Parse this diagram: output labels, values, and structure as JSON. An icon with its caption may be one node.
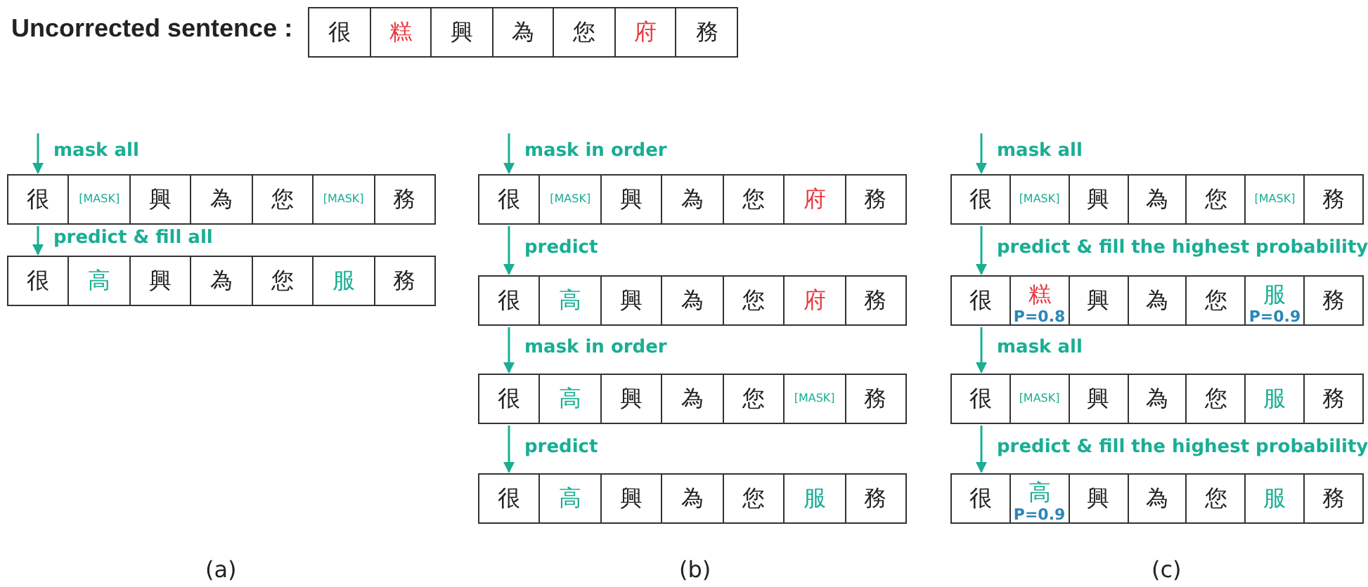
{
  "diagram": {
    "nodes": [
      {
        "text": [],
        "shape": "box",
        "beside": [
          "Uncorrected sentence :"
        ]
      },
      {
        "text": [
          "很"
        ],
        "in": 0
      },
      {
        "text": [
          "糕"
        ],
        "in": 0
      },
      {
        "text": [
          "興"
        ],
        "in": 0
      },
      {
        "text": [
          "為"
        ],
        "in": 0
      },
      {
        "text": [
          "您"
        ],
        "in": 0
      },
      {
        "text": [
          "府"
        ],
        "in": 0
      },
      {
        "text": [
          "務"
        ],
        "in": 0
      },
      {
        "text": [],
        "shape": "box"
      },
      {
        "text": [
          "很"
        ],
        "in": 8
      },
      {
        "text": [
          "[MASK]"
        ],
        "in": 8
      },
      {
        "text": [
          "興"
        ],
        "in": 8
      },
      {
        "text": [
          "為"
        ],
        "in": 8
      },
      {
        "text": [
          "您"
        ],
        "in": 8
      },
      {
        "text": [
          "[MASK]"
        ],
        "in": 8
      },
      {
        "text": [
          "務"
        ],
        "in": 8
      },
      {
        "text": [],
        "shape": "box"
      },
      {
        "text": [
          "很"
        ],
        "in": 16
      },
      {
        "text": [
          "高"
        ],
        "in": 16
      },
      {
        "text": [
          "興"
        ],
        "in": 16
      },
      {
        "text": [
          "為"
        ],
        "in": 16
      },
      {
        "text": [
          "您"
        ],
        "in": 16
      },
      {
        "text": [
          "服"
        ],
        "in": 16
      },
      {
        "text": [
          "務"
        ],
        "in": 16
      },
      {
        "text": [],
        "shape": "box"
      },
      {
        "text": [
          "很"
        ],
        "in": 24
      },
      {
        "text": [
          "[MASK]"
        ],
        "in": 24
      },
      {
        "text": [
          "興"
        ],
        "in": 24
      },
      {
        "text": [
          "為"
        ],
        "in": 24
      },
      {
        "text": [
          "您"
        ],
        "in": 24
      },
      {
        "text": [
          "府"
        ],
        "in": 24
      },
      {
        "text": [
          "務"
        ],
        "in": 24
      },
      {
        "text": [],
        "shape": "box"
      },
      {
        "text": [
          "很"
        ],
        "in": 32
      },
      {
        "text": [
          "高"
        ],
        "in": 32
      },
      {
        "text": [
          "興"
        ],
        "in": 32
      },
      {
        "text": [
          "為"
        ],
        "in": 32
      },
      {
        "text": [
          "您"
        ],
        "in": 32
      },
      {
        "text": [
          "府"
        ],
        "in": 32
      },
      {
        "text": [
          "務"
        ],
        "in": 32
      },
      {
        "text": [],
        "shape": "box"
      },
      {
        "text": [
          "很"
        ],
        "in": 40
      },
      {
        "text": [
          "高"
        ],
        "in": 40
      },
      {
        "text": [
          "興"
        ],
        "in": 40
      },
      {
        "text": [
          "為"
        ],
        "in": 40
      },
      {
        "text": [
          "您"
        ],
        "in": 40
      },
      {
        "text": [
          "[MASK]"
        ],
        "in": 40
      },
      {
        "text": [
          "務"
        ],
        "in": 40
      },
      {
        "text": [],
        "shape": "box"
      },
      {
        "text": [
          "很"
        ],
        "in": 48
      },
      {
        "text": [
          "高"
        ],
        "in": 48
      },
      {
        "text": [
          "興"
        ],
        "in": 48
      },
      {
        "text": [
          "為"
        ],
        "in": 48
      },
      {
        "text": [
          "您"
        ],
        "in": 48
      },
      {
        "text": [
          "服"
        ],
        "in": 48
      },
      {
        "text": [
          "務"
        ],
        "in": 48
      },
      {
        "text": [],
        "shape": "box"
      },
      {
        "text": [
          "很"
        ],
        "in": 56
      },
      {
        "text": [
          "[MASK]"
        ],
        "in": 56
      },
      {
        "text": [
          "興"
        ],
        "in": 56
      },
      {
        "text": [
          "為"
        ],
        "in": 56
      },
      {
        "text": [
          "您"
        ],
        "in": 56
      },
      {
        "text": [
          "[MASK]"
        ],
        "in": 56
      },
      {
        "text": [
          "務"
        ],
        "in": 56
      },
      {
        "text": [],
        "shape": "box"
      },
      {
        "text": [
          "很"
        ],
        "in": 64
      },
      {
        "text": [
          "糕",
          "P=0.8"
        ],
        "in": 64
      },
      {
        "text": [
          "興"
        ],
        "in": 64
      },
      {
        "text": [
          "為"
        ],
        "in": 64
      },
      {
        "text": [
          "您"
        ],
        "in": 64
      },
      {
        "text": [
          "服",
          "P=0.9"
        ],
        "in": 64
      },
      {
        "text": [
          "務"
        ],
        "in": 64
      },
      {
        "text": [],
        "shape": "box"
      },
      {
        "text": [
          "很"
        ],
        "in": 72
      },
      {
        "text": [
          "[MASK]"
        ],
        "in": 72
      },
      {
        "text": [
          "興"
        ],
        "in": 72
      },
      {
        "text": [
          "為"
        ],
        "in": 72
      },
      {
        "text": [
          "您"
        ],
        "in": 72
      },
      {
        "text": [
          "服"
        ],
        "in": 72
      },
      {
        "text": [
          "務"
        ],
        "in": 72
      },
      {
        "text": [],
        "shape": "box"
      },
      {
        "text": [
          "很"
        ],
        "in": 80
      },
      {
        "text": [
          "高",
          "P=0.9"
        ],
        "in": 80
      },
      {
        "text": [
          "興"
        ],
        "in": 80
      },
      {
        "text": [
          "為"
        ],
        "in": 80
      },
      {
        "text": [
          "您"
        ],
        "in": 80
      },
      {
        "text": [
          "服"
        ],
        "in": 80
      },
      {
        "text": [
          "務"
        ],
        "in": 80
      }
    ],
    "edges": [
      {
        "from": null,
        "to": 8,
        "arrow": "to",
        "label": "mask all"
      },
      {
        "from": 8,
        "to": 16,
        "arrow": "to",
        "label": "predict & fill all"
      },
      {
        "from": null,
        "to": 24,
        "arrow": "to",
        "label": "mask in order"
      },
      {
        "from": 24,
        "to": 32,
        "arrow": "to",
        "label": "predict"
      },
      {
        "from": 32,
        "to": 40,
        "arrow": "to",
        "label": "mask in order"
      },
      {
        "from": 40,
        "to": 48,
        "arrow": "to",
        "label": "predict"
      },
      {
        "from": null,
        "to": 56,
        "arrow": "to",
        "label": "mask all"
      },
      {
        "from": 56,
        "to": 64,
        "arrow": "to",
        "label": "predict & fill the highest probability"
      },
      {
        "from": 64,
        "to": 72,
        "arrow": "to",
        "label": "mask all"
      },
      {
        "from": 72,
        "to": 80,
        "arrow": "to",
        "label": "predict & fill the highest probability"
      }
    ],
    "labels": [
      "(a)",
      "(b)",
      "(c)"
    ]
  }
}
